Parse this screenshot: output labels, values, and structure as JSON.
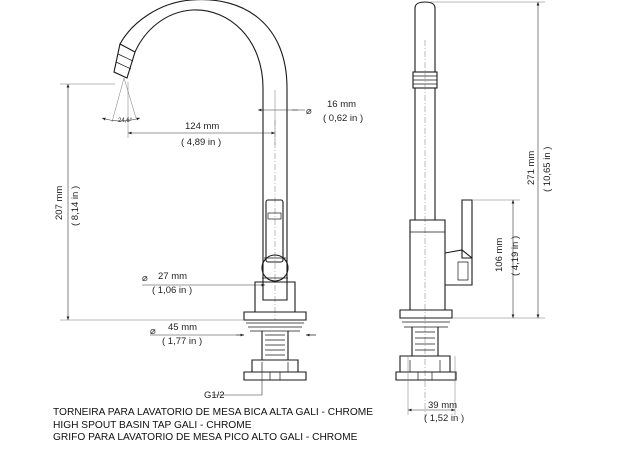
{
  "dimensions": {
    "spout_diameter": {
      "value": "16 mm",
      "inch": "( 0,62 in )"
    },
    "reach": {
      "value": "124 mm",
      "inch": "( 4,89 in )"
    },
    "height_left": {
      "value": "207 mm",
      "inch": "( 8,14 in )"
    },
    "spray_angle": {
      "value": "24,6°"
    },
    "handle_diameter": {
      "value": "27 mm",
      "inch": "( 1,06 in )"
    },
    "base_diameter": {
      "value": "45 mm",
      "inch": "( 1,77 in )"
    },
    "thread": {
      "value": "G1/2"
    },
    "total_height": {
      "value": "271 mm",
      "inch": "( 10,65 in )"
    },
    "handle_height": {
      "value": "106 mm",
      "inch": "( 4,19 in )"
    },
    "side_width": {
      "value": "39 mm",
      "inch": "( 1,52 in )"
    }
  },
  "caption": {
    "line_pt": "TORNEIRA PARA LAVATORIO DE MESA BICA ALTA GALI - CHROME",
    "line_en": "HIGH SPOUT BASIN TAP GALI - CHROME",
    "line_es": "GRIFO PARA LAVATORIO DE MESA PICO ALTO GALI - CHROME"
  }
}
